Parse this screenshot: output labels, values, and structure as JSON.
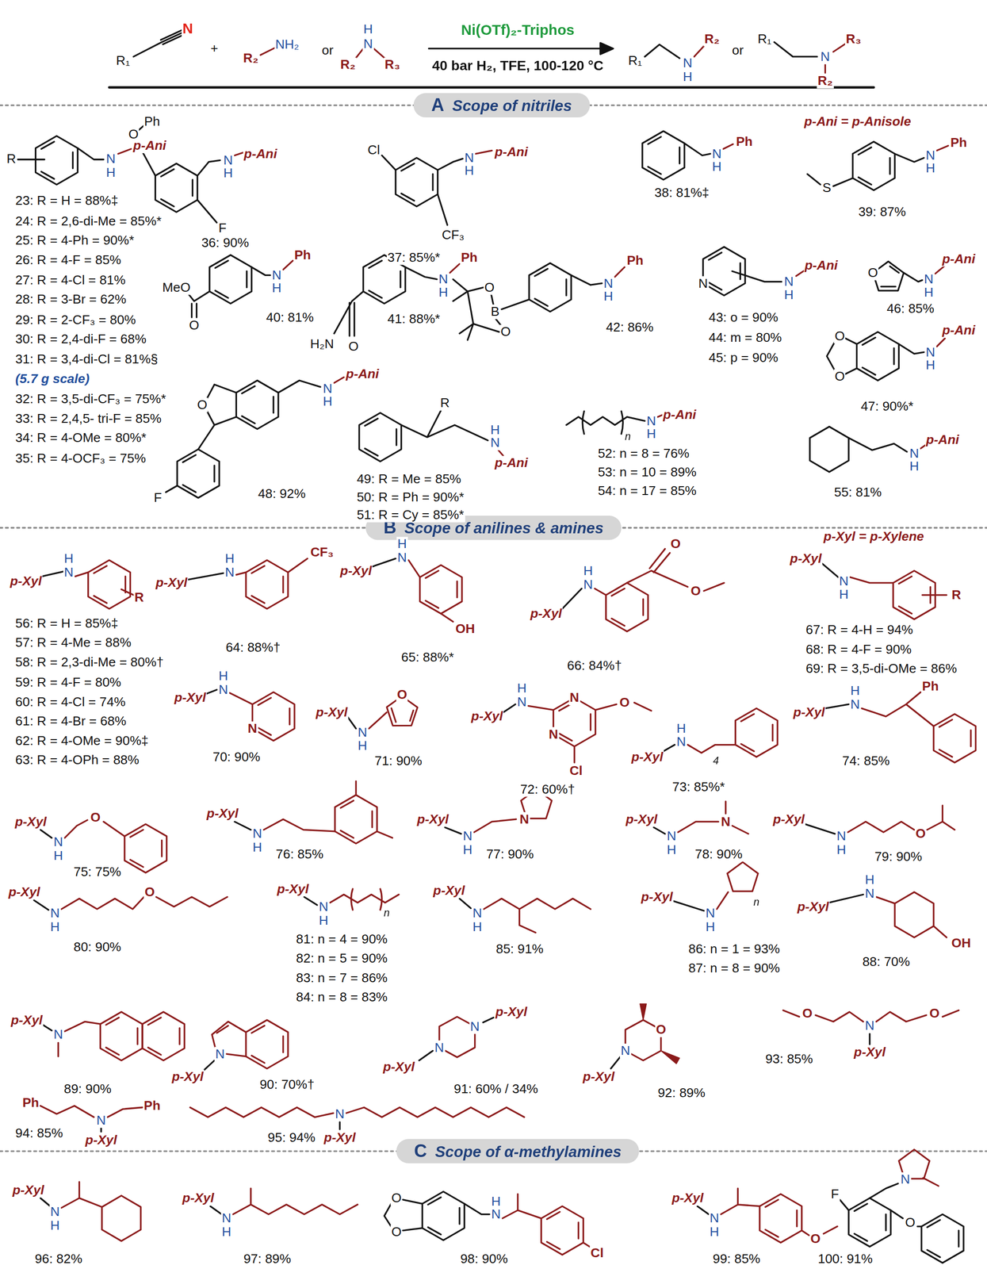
{
  "diagram": {
    "nodes": [
      {
        "text": [
          "A",
          "Scope of nitriles"
        ]
      },
      {
        "text": [
          "B",
          "Scope of anilines & amines"
        ]
      },
      {
        "text": [
          "C",
          "Scope of α-methylamines"
        ]
      }
    ],
    "labels": [
      "R₁",
      "N",
      "+",
      "R₂",
      "NH₂",
      "or",
      "H",
      "N",
      "R₂",
      "R₃",
      "Ni(OTf)₂-Triphos",
      "40 bar H₂, TFE, 100-120 °C",
      "R₁",
      "N",
      "H",
      "R₂",
      "or",
      "R₁",
      "N",
      "R₃",
      "R₂",
      "p-Ani = p-Anisole",
      "R",
      "N",
      "H",
      "p-Ani",
      "23: R = H = 88%‡",
      "24: R = 2,6-di-Me = 85%*",
      "25: R = 4-Ph = 90%*",
      "26: R = 4-F = 85%",
      "27: R = 4-Cl = 81%",
      "28: R = 3-Br = 62%",
      "29: R = 2-CF₃ = 80%",
      "30: R = 2,4-di-F = 68%",
      "31: R = 3,4-di-Cl = 81%§",
      "(5.7 g scale)",
      "32: R = 3,5-di-CF₃ = 75%*",
      "33: R = 2,4,5- tri-F = 85%",
      "34: R = 4-OMe = 80%*",
      "35: R = 4-OCF₃ = 75%",
      "O",
      "Ph",
      "F",
      "N",
      "H",
      "p-Ani",
      "36: 90%",
      "Cl",
      "CF₃",
      "N",
      "H",
      "p-Ani",
      "37: 85%*",
      "N",
      "H",
      "Ph",
      "38: 81%‡",
      "S",
      "N",
      "H",
      "Ph",
      "39: 87%",
      "MeO",
      "O",
      "N",
      "H",
      "Ph",
      "40: 81%",
      "H₂N",
      "O",
      "N",
      "H",
      "Ph",
      "41: 88%*",
      "B",
      "O",
      "O",
      "N",
      "H",
      "Ph",
      "42: 86%",
      "N",
      "N",
      "H",
      "p-Ani",
      "43: o = 90%",
      "44: m = 80%",
      "45: p = 90%",
      "O",
      "N",
      "H",
      "p-Ani",
      "46: 85%",
      "O",
      "O",
      "N",
      "H",
      "p-Ani",
      "47: 90%*",
      "O",
      "F",
      "N",
      "H",
      "p-Ani",
      "48: 92%",
      "R",
      "H",
      "N",
      "p-Ani",
      "49: R = Me = 85%",
      "50: R = Ph = 90%*",
      "51: R = Cy = 85%*",
      "n",
      "N",
      "H",
      "p-Ani",
      "52: n = 8 = 76%",
      "53: n = 10 = 89%",
      "54: n = 17 = 85%",
      "N",
      "H",
      "p-Ani",
      "55: 81%",
      "p-Xyl = p-Xylene",
      "p-Xyl",
      "H",
      "N",
      "R",
      "56: R = H = 85%‡",
      "57: R = 4-Me = 88%",
      "58: R = 2,3-di-Me = 80%†",
      "59: R = 4-F = 80%",
      "60: R = 4-Cl = 74%",
      "61: R = 4-Br = 68%",
      "62: R = 4-OMe = 90%‡",
      "63: R = 4-OPh = 88%",
      "p-Xyl",
      "H",
      "N",
      "CF₃",
      "64: 88%†",
      "p-Xyl",
      "H",
      "N",
      "OH",
      "65: 88%*",
      "p-Xyl",
      "H",
      "N",
      "O",
      "O",
      "66: 84%†",
      "p-Xyl",
      "N",
      "H",
      "R",
      "67: R = 4-H = 94%",
      "68: R = 4-F = 90%",
      "69: R = 3,5-di-OMe = 86%",
      "p-Xyl",
      "H",
      "N",
      "N",
      "70: 90%",
      "p-Xyl",
      "N",
      "H",
      "O",
      "71: 90%",
      "p-Xyl",
      "H",
      "N",
      "N",
      "N",
      "O",
      "Cl",
      "72: 60%†",
      "p-Xyl",
      "H",
      "N",
      "4",
      "73: 85%*",
      "p-Xyl",
      "H",
      "N",
      "Ph",
      "74: 85%",
      "p-Xyl",
      "N",
      "H",
      "O",
      "75: 75%",
      "p-Xyl",
      "N",
      "H",
      "76: 85%",
      "p-Xyl",
      "N",
      "H",
      "N",
      "77: 90%",
      "p-Xyl",
      "N",
      "H",
      "N",
      "78: 90%",
      "p-Xyl",
      "N",
      "H",
      "O",
      "79: 90%",
      "p-Xyl",
      "N",
      "H",
      "O",
      "80: 90%",
      "p-Xyl",
      "N",
      "H",
      "n",
      "81: n = 4 = 90%",
      "82: n = 5 = 90%",
      "83: n = 7 = 86%",
      "84: n = 8 = 83%",
      "p-Xyl",
      "N",
      "H",
      "85: 91%",
      "p-Xyl",
      "N",
      "H",
      "n",
      "86: n = 1 = 93%",
      "87: n = 8 = 90%",
      "p-Xyl",
      "H",
      "N",
      "OH",
      "88: 70%",
      "p-Xyl",
      "N",
      "89: 90%",
      "N",
      "p-Xyl",
      "90: 70%†",
      "N",
      "N",
      "p-Xyl",
      "p-Xyl",
      "91: 60% / 34%",
      "O",
      "N",
      "p-Xyl",
      "92: 89%",
      "O",
      "N",
      "O",
      "p-Xyl",
      "93: 85%",
      "Ph",
      "N",
      "Ph",
      "p-Xyl",
      "94: 85%",
      "N",
      "p-Xyl",
      "95: 94%",
      "p-Xyl",
      "N",
      "H",
      "96: 82%",
      "p-Xyl",
      "N",
      "H",
      "97: 89%",
      "O",
      "O",
      "H",
      "N",
      "Cl",
      "98: 90%",
      "p-Xyl",
      "N",
      "H",
      "O",
      "99: 85%",
      "F",
      "N",
      "O",
      "100: 91%"
    ]
  }
}
